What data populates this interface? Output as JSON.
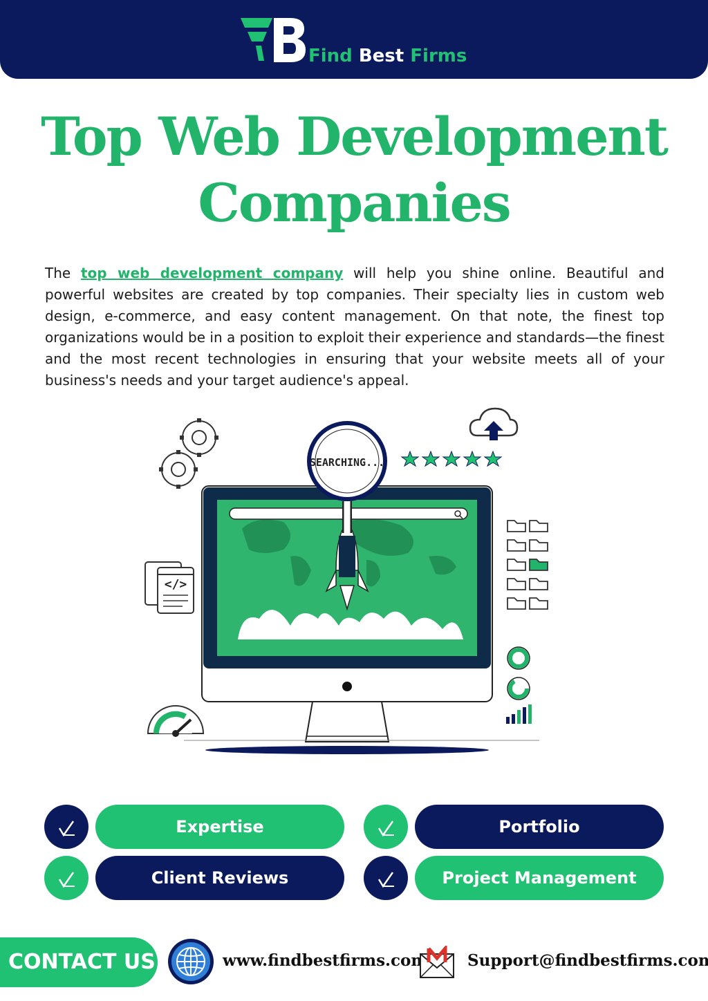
{
  "header": {
    "brand_part1": "Find",
    "brand_part2": "Best",
    "brand_part3": "Firms"
  },
  "title": {
    "line1": "Top Web Development",
    "line2": "Companies"
  },
  "intro": {
    "before_link": "The ",
    "link_text": "top web development company",
    "after_link": " will help you shine online. Beautiful and powerful websites are created by top companies. Their specialty lies in custom web design, e-commerce, and easy content management. On that note, the finest top organizations would be in a position to exploit their experience and standards—the finest and the most recent technologies in ensuring that your website meets all of your business's needs and your target audience's appeal."
  },
  "illustration": {
    "search_label": "SEARCHING...",
    "code_label": "</>",
    "rating_stars": 5
  },
  "features": [
    {
      "label": "Expertise",
      "pill_color": "#21c173",
      "circle_color": "#0b1a5c"
    },
    {
      "label": "Portfolio",
      "pill_color": "#0b1a5c",
      "circle_color": "#21c173"
    },
    {
      "label": "Client Reviews",
      "pill_color": "#0b1a5c",
      "circle_color": "#21c173"
    },
    {
      "label": "Project Management",
      "pill_color": "#21c173",
      "circle_color": "#0b1a5c"
    }
  ],
  "footer": {
    "contact_label": "CONTACT US",
    "website": "www.findbestfirms.com",
    "email": "Support@findbestfirms.com"
  },
  "colors": {
    "navy": "#0b1a5c",
    "green": "#21c173",
    "title_green": "#21b46a"
  }
}
